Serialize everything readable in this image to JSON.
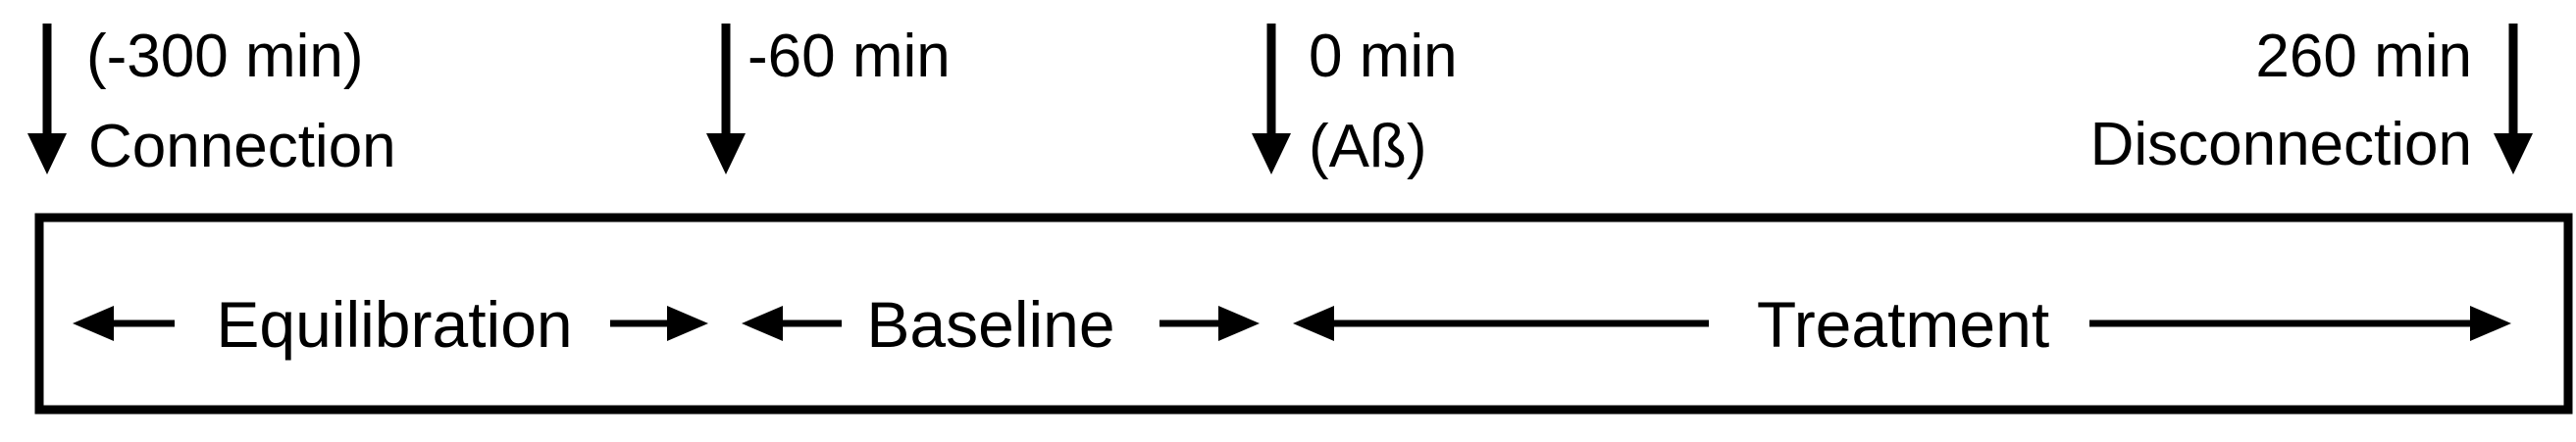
{
  "markers": [
    {
      "id": "connection",
      "time_label": "(-300 min)",
      "event_label": "Connection"
    },
    {
      "id": "baseline-start",
      "time_label": "-60 min",
      "event_label": ""
    },
    {
      "id": "abeta",
      "time_label": "0 min",
      "event_label": "(Aß)"
    },
    {
      "id": "disconnection",
      "time_label": "260 min",
      "event_label": "Disconnection"
    }
  ],
  "phases": [
    {
      "id": "equilibration",
      "label": "Equilibration"
    },
    {
      "id": "baseline",
      "label": "Baseline"
    },
    {
      "id": "treatment",
      "label": "Treatment"
    }
  ],
  "colors": {
    "stroke": "#000000",
    "background": "#ffffff"
  }
}
